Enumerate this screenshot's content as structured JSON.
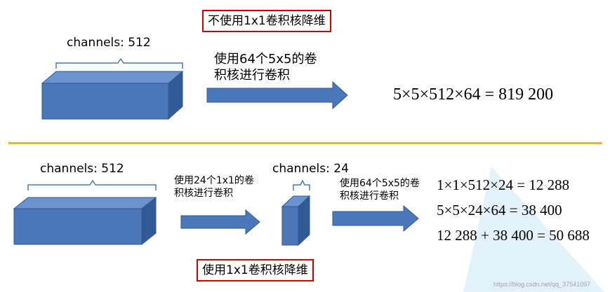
{
  "top": {
    "title": "不使用1x1卷积核降维",
    "channels_label": "channels: 512",
    "arrow_label": "使用64个5x5的卷\n积核进行卷积",
    "formula": "5×5×512×64 = 819 200"
  },
  "bottom": {
    "channels_label_left": "channels: 512",
    "arrow1_label": "使用24个1x1的卷\n积核进行卷积",
    "channels_label_mid": "channels: 24",
    "arrow2_label": "使用64个5x5的卷\n积核进行卷积",
    "formulas": [
      "1×1×512×24 = 12 288",
      "5×5×24×64 = 38 400",
      "12 288 + 38 400 = 50 688"
    ],
    "title": "使用1x1卷积核降维"
  },
  "watermark": "https://blog.csdn.net/qq_37541097",
  "colors": {
    "box_front": "#4a78b8",
    "box_top": "#6b93cf",
    "box_side": "#2f5a93",
    "box_edge": "#34588c",
    "arrow_fill": "#4a78b8",
    "arrow_edge": "#2f5a93",
    "brace": "#4a78b8",
    "divider": "#f5b800",
    "title_border": "#d00000",
    "watermark_shape": "#e3f1fb"
  }
}
